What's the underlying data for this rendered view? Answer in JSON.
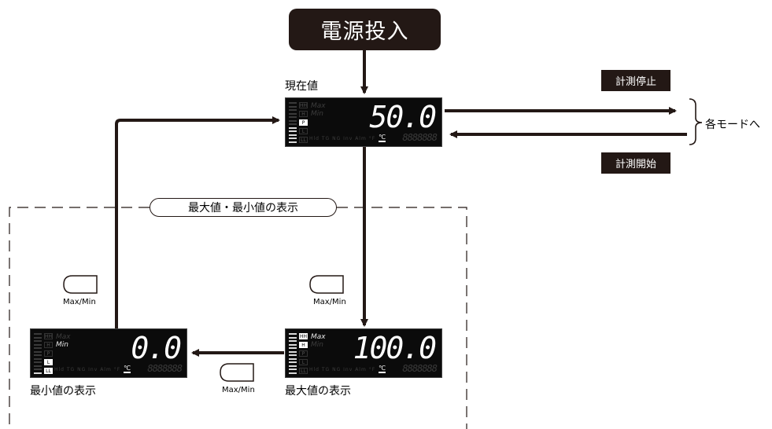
{
  "power_on": "電源投入",
  "current_value_label": "現在値",
  "stop_measure": "計測停止",
  "start_measure": "計測開始",
  "to_modes": "各モードへ",
  "group_title": "最大値・最小値の表示",
  "key_label": "Max/Min",
  "max_display_label": "最大値の表示",
  "min_display_label": "最小値の表示",
  "meters": {
    "current": {
      "value": "50.0",
      "unit": "℃",
      "max": "Max",
      "min": "Min",
      "status": "Hld TG NG Inv Alm °F",
      "segments": "8888888",
      "indicators": [
        "HH",
        "H",
        "P",
        "L",
        "LL"
      ]
    },
    "max": {
      "value": "100.0",
      "unit": "℃",
      "max": "Max",
      "min": "Min",
      "status": "Hld TG NG Inv Alm °F",
      "segments": "8888888",
      "indicators": [
        "HH",
        "H",
        "P",
        "L",
        "LL"
      ]
    },
    "min": {
      "value": "0.0",
      "unit": "℃",
      "max": "Max",
      "min": "Min",
      "status": "Hld TG NG Inv Alm °F",
      "segments": "8888888",
      "indicators": [
        "HH",
        "H",
        "P",
        "L",
        "LL"
      ]
    }
  }
}
